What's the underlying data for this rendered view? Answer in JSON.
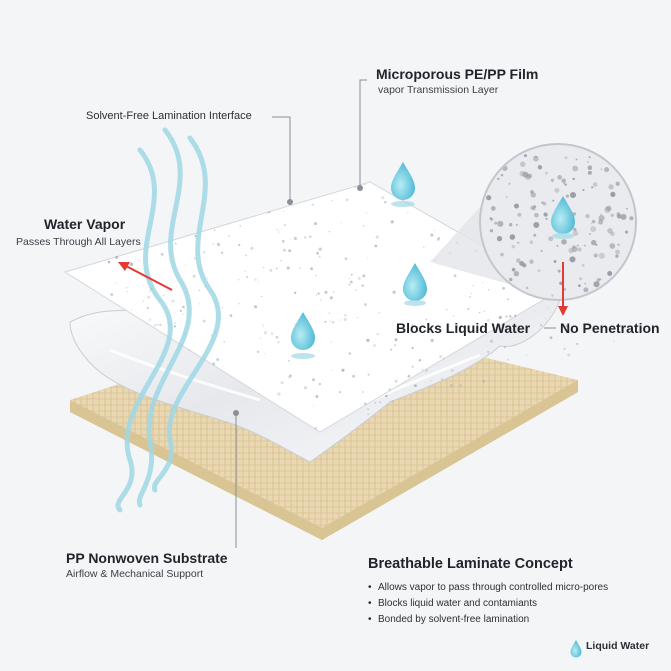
{
  "labels": {
    "film_title": "Microporous PE/PP Film",
    "film_sub": "vapor Transmission Layer",
    "interface": "Solvent-Free Lamination Interface",
    "vapor_title": "Water Vapor",
    "vapor_sub": "Passes Through All Layers",
    "blocks": "Blocks Liquid Water",
    "no_pen": "No Penetration",
    "substrate_title": "PP Nonwoven Substrate",
    "substrate_sub": "Airflow & Mechanical Support"
  },
  "concept": {
    "title": "Breathable Laminate Concept",
    "bullets": [
      "Allows vapor to pass through controlled micro-pores",
      "Blocks liquid water and contamiants",
      "Bonded by solvent-free lamination"
    ]
  },
  "legend": {
    "label": "Liquid Water"
  },
  "colors": {
    "substrate": "#e8d6ae",
    "film": "#ffffff",
    "vapor": "#9fd8e6",
    "droplet": "#5cc3dc",
    "arrow": "#e53935"
  }
}
